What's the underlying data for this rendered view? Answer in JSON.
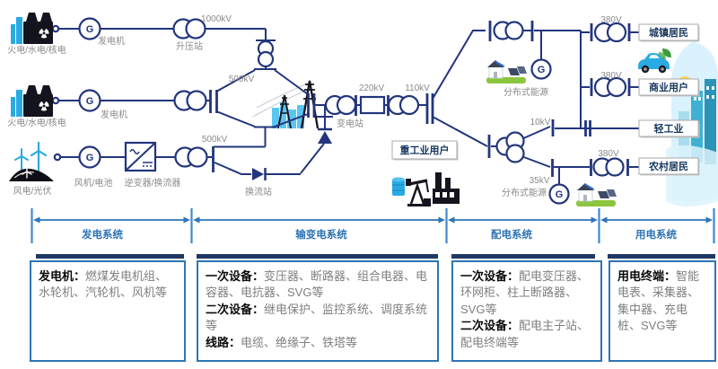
{
  "palette": {
    "line_navy": "#22357c",
    "label_gray": "#8a8a8a",
    "section_blue": "#2e75b6",
    "bar_navy": "#1f3864",
    "icon_lightblue": "#29abe2",
    "skyline_blue": "#cdeefc"
  },
  "diagram": {
    "g_letter": "G",
    "generation": {
      "row1": {
        "source": "火电/水电/核电",
        "generator": "发电机",
        "station": "升压站",
        "voltage": "1000kV"
      },
      "row2": {
        "source": "火电/水电/核电",
        "generator": "发电机",
        "voltage": "500kV"
      },
      "row3": {
        "source": "风电/光伏",
        "generator": "风机/电池",
        "inverter": "逆变器/换流器",
        "voltage": "500kV",
        "converter_station": "换流站"
      }
    },
    "transmission": {
      "substation": "变电站",
      "v220": "220kV",
      "v110": "110kV"
    },
    "distribution": {
      "v10": "10kV",
      "v35": "35kV",
      "dg_top": "分布式能源",
      "dg_bottom": "分布式能源",
      "heavy_industry": "重工业用户"
    },
    "consumption": {
      "v380_urban": "380V",
      "v380_commercial": "380V",
      "v380_rural": "380V",
      "urban": "城镇居民",
      "commercial": "商业用户",
      "light_industry": "轻工业",
      "rural": "农村居民"
    }
  },
  "sections": [
    {
      "label": "发电系统"
    },
    {
      "label": "输变电系统"
    },
    {
      "label": "配电系统"
    },
    {
      "label": "用电系统"
    }
  ],
  "info_boxes": [
    {
      "parts": [
        {
          "head": "发电机：",
          "body": "燃煤发电机组、水轮机、汽轮机、风机等"
        }
      ]
    },
    {
      "parts": [
        {
          "head": "一次设备：",
          "body": "变压器、断路器、组合电器、电容器、电抗器、SVG等"
        },
        {
          "head": "二次设备：",
          "body": "继电保护、监控系统、调度系统等"
        },
        {
          "head": "线路：",
          "body": "电缆、绝缘子、铁塔等"
        }
      ]
    },
    {
      "parts": [
        {
          "head": "一次设备：",
          "body": "配电变压器、环网柜、柱上断路器、SVG等"
        },
        {
          "head": "二次设备：",
          "body": "配电主子站、配电终端等"
        }
      ]
    },
    {
      "parts": [
        {
          "head": "用电终端：",
          "body": "智能电表、采集器、集中器、充电桩、SVG等"
        }
      ]
    }
  ]
}
